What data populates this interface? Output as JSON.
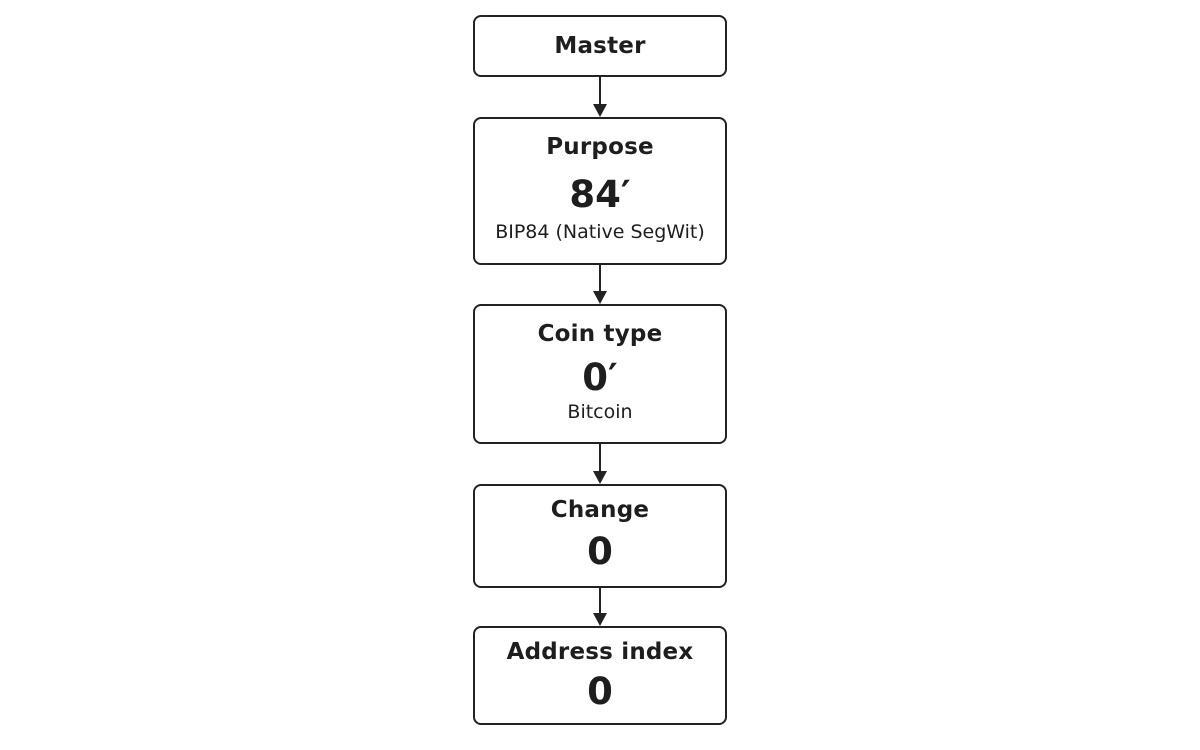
{
  "nodes": [
    {
      "title": "Master"
    },
    {
      "title": "Purpose",
      "value": "84′",
      "note": "BIP84 (Native SegWit)"
    },
    {
      "title": "Coin type",
      "value": "0′",
      "note": "Bitcoin"
    },
    {
      "title": "Change",
      "value": "0"
    },
    {
      "title": "Address index",
      "value": "0"
    }
  ],
  "colors": {
    "stroke": "#222222",
    "text": "#1e1e1e",
    "background": "#ffffff"
  }
}
